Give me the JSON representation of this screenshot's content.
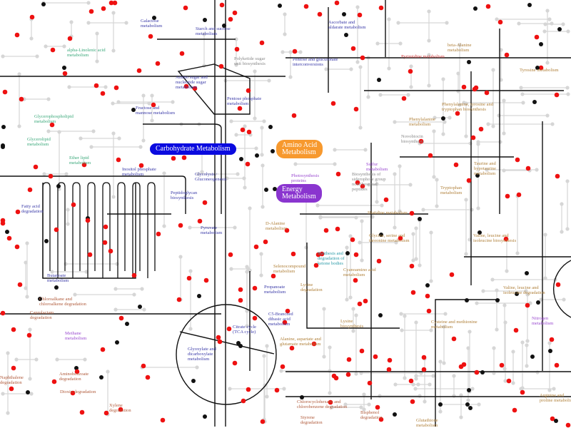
{
  "categories": {
    "carbohydrate": {
      "label": "Carbohydrate\nMetabolism",
      "color": "#0a0adf"
    },
    "amino_acid": {
      "label": "Amino Acid\nMetabolism",
      "color": "#f7992e"
    },
    "energy": {
      "label": "Energy\nMetabolism",
      "color": "#8a35cf"
    }
  },
  "pathways": {
    "galactose": "Galactose\nmetabolism",
    "starch": "Starch and sucrose\nmetabolism",
    "alpha_linolenic": "alpha-Linolenic acid\nmetabolism",
    "polyketide": "Polyketide sugar\nunit biosynthesis",
    "amino_sugar": "Amino sugar and\nnucleotide sugar\nmetabolism",
    "pentose_phosphate": "Pentose phosphate\nmetabolism",
    "fructose": "Fructose and\nmannose metabolism",
    "glycerophospholipid": "Glycerophospholipid\nmetabolism",
    "glycerolipid": "Glycerolipid\nmetabolism",
    "ether_lipid": "Ether lipid\nmetabolism",
    "inositol": "Inositol phosphate\nmetabolism",
    "glycolysis": "Glycolysis /\nGluconeogenesis",
    "peptidoglycan": "Peptidoglycan\nbiosynthesis",
    "fatty_acid_deg": "Fatty acid\ndegradation",
    "ascorbate": "Ascorbate and\naldarate metabolism",
    "pentose_glucuronate": "Pentose and glucuronate\ninterconversions",
    "pyrimidine": "Pyrimidine metabolism",
    "beta_alanine": "beta-Alanine\nmetabolism",
    "tyrosine": "Tyrosine metabolism",
    "phe_tyr_trp": "Phenylalanine, tyrosine and\ntryptophan biosynthesis",
    "phenylalanine": "Phenylalanine\nmetabolism",
    "novobiocin": "Novobiocin\nbiosynthesis",
    "sulfur": "Sulfur\nmetabolism",
    "photosynthesis": "Photosynthesis\nproteins",
    "siderophore": "Biosynthesis of\nsiderophore group\nnonribosomal\npeptides",
    "taurine": "Taurine and\nhypotaurine\nmetabolism",
    "tryptophan": "Tryptophan\nmetabolism",
    "histidine": "Histidine metabolism",
    "butanoate": "Butanoate\nmetabolism",
    "chloroalkane": "Chloroalkane and\nchloroalkene degradation",
    "caprolactam": "Caprolactam\ndegradation",
    "methane": "Methane\nmetabolism",
    "aminobenzoate": "Aminobenzoate\ndegradation",
    "naphthalene": "Naphthalene\ndegradation",
    "dioxin": "Dioxin degradation",
    "xylene": "Xylene\ndegradation",
    "pyruvate": "Pyruvate\nmetabolism",
    "d_alanine": "D-Alanine\nmetabolism",
    "selenocompound": "Selenocompound\nmetabolism",
    "propanoate": "Propanoate\nmetabolism",
    "c5_branched": "C5-Branched\ndibasic acid\nmetabolism",
    "tca": "Citrate cycle\n(TCA cycle)",
    "glyoxylate": "Glyoxylate and\ndicarboxylate\nmetabolism",
    "ala_asp_glu": "Alanine, aspartate and\nglutamate metabolism",
    "gly_ser_thr": "Glycine, serine and\nthreonine metabolism",
    "val_leu_ile_bio": "Valine, leucine and\nisoleucine biosynthesis",
    "ketone": "Synthesis and\ndegradation of\nketone bodies",
    "cyanoamino": "Cyanoamino acid\nmetabolism",
    "lysine_deg": "Lysine\ndegradation",
    "lysine_bio": "Lysine\nbiosynthesis",
    "cys_met": "Cysteine and methionine\nmetabolism",
    "val_leu_ile_deg": "Valine, leucine and\nisoleucine degradation",
    "nitrogen": "Nitrogen\nmetabolism",
    "arg_pro": "Arginine and\nproline metabolism",
    "chlorocyclohexane": "Chlorocyclohexane and\nchlorobenzene degradation",
    "bisphenol": "Bisphenol\ndegradation",
    "styrene": "Styrene\ndegradation",
    "glutathione": "Glutathione\nmetabolism"
  },
  "colors": {
    "active_node": "#ee1111",
    "node": "#111111",
    "inactive": "#d6d6d6"
  }
}
